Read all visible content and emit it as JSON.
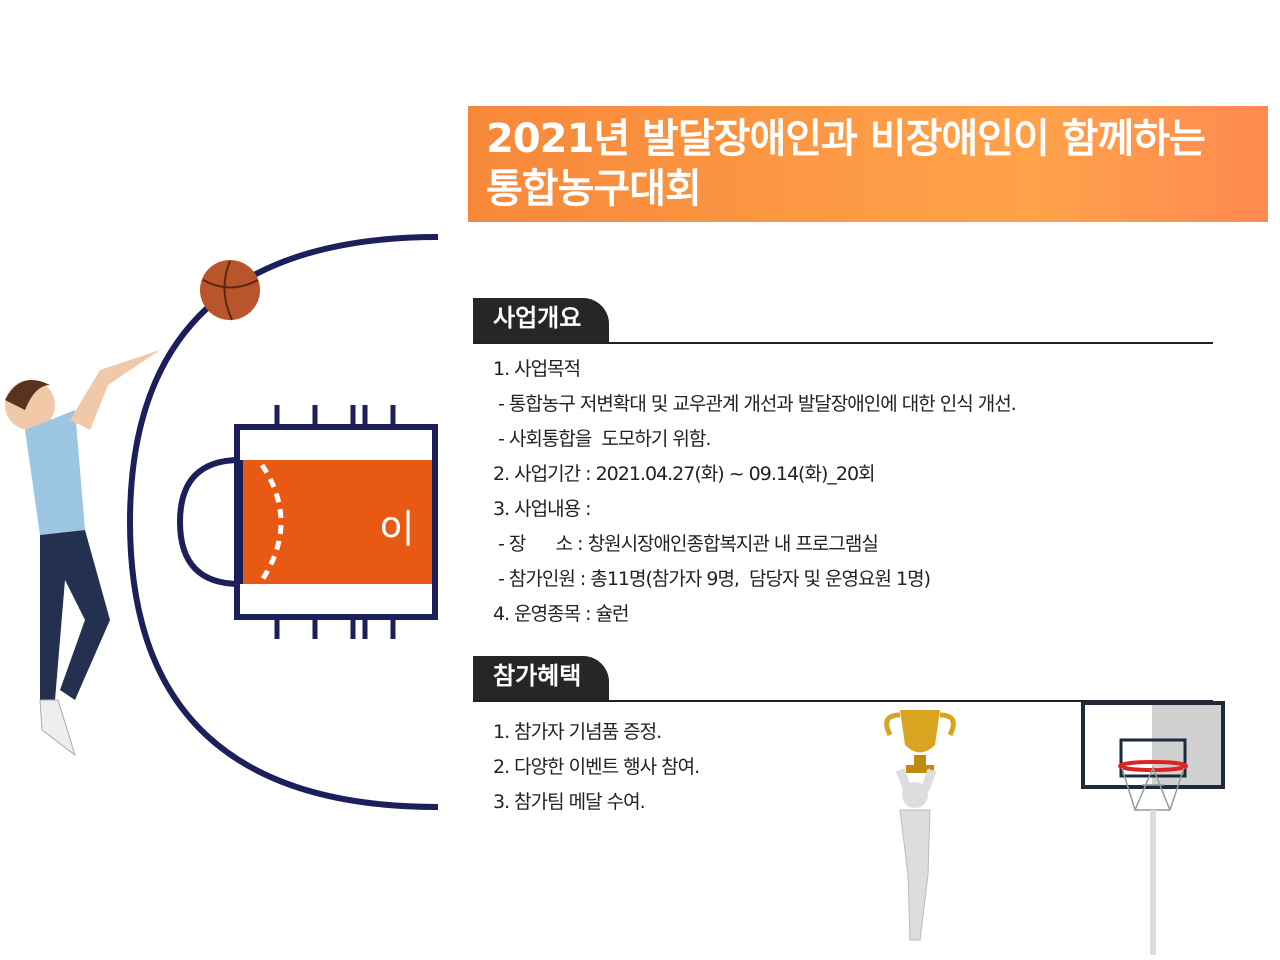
{
  "title": {
    "line1": "2021년 발달장애인과 비장애인이 함께하는",
    "line2": "통합농구대회"
  },
  "overview": {
    "heading": "사업개요",
    "items": [
      "1. 사업목적",
      " - 통합농구 저변확대 및 교우관계 개선과 발달장애인에 대한 인식 개선.",
      " - 사회통합을  도모하기 위함.",
      "2. 사업기간 : 2021.04.27(화) ~ 09.14(화)_20회",
      "3. 사업내용 :",
      " - 장      소 : 창원시장애인종합복지관 내 프로그램실",
      " - 참가인원 : 총11명(참가자 9명,  담당자 및 운영요원 1명)",
      "4. 운영종목 : 슐런"
    ]
  },
  "benefits": {
    "heading": "참가혜택",
    "items": [
      "1. 참가자 기념품 증정.",
      "2. 다양한 이벤트 행사 참여.",
      "3. 참가팀 메달 수여."
    ]
  },
  "colors": {
    "accent": "#f7883a",
    "court": "#e85a14",
    "line": "#1c1f5a"
  }
}
